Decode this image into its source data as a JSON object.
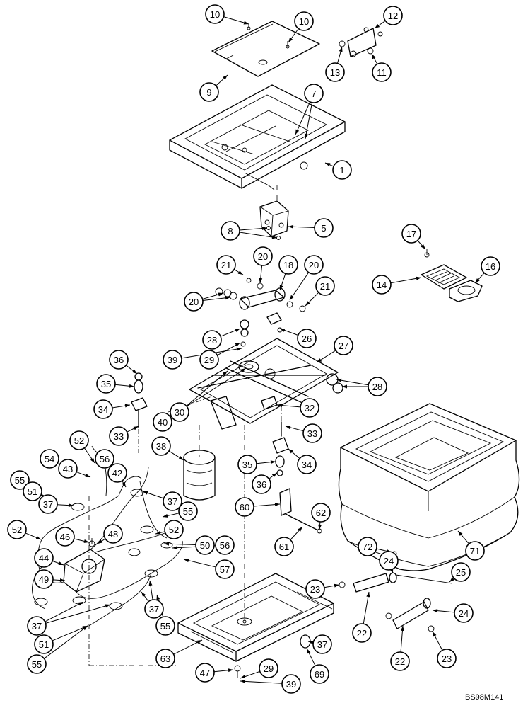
{
  "diagram": {
    "reference_code": "BS98M141",
    "callouts": [
      {
        "id": "c10a",
        "label": "10"
      },
      {
        "id": "c10b",
        "label": "10"
      },
      {
        "id": "c12",
        "label": "12"
      },
      {
        "id": "c13",
        "label": "13"
      },
      {
        "id": "c11",
        "label": "11"
      },
      {
        "id": "c9",
        "label": "9"
      },
      {
        "id": "c7",
        "label": "7"
      },
      {
        "id": "c1",
        "label": "1"
      },
      {
        "id": "c8",
        "label": "8"
      },
      {
        "id": "c5",
        "label": "5"
      },
      {
        "id": "c17",
        "label": "17"
      },
      {
        "id": "c14",
        "label": "14"
      },
      {
        "id": "c16",
        "label": "16"
      },
      {
        "id": "c21a",
        "label": "21"
      },
      {
        "id": "c20a",
        "label": "20"
      },
      {
        "id": "c18",
        "label": "18"
      },
      {
        "id": "c20b",
        "label": "20"
      },
      {
        "id": "c20c",
        "label": "20"
      },
      {
        "id": "c21b",
        "label": "21"
      },
      {
        "id": "c26",
        "label": "26"
      },
      {
        "id": "c28a",
        "label": "28"
      },
      {
        "id": "c29a",
        "label": "29"
      },
      {
        "id": "c39a",
        "label": "39"
      },
      {
        "id": "c27",
        "label": "27"
      },
      {
        "id": "c36a",
        "label": "36"
      },
      {
        "id": "c35a",
        "label": "35"
      },
      {
        "id": "c34a",
        "label": "34"
      },
      {
        "id": "c33a",
        "label": "33"
      },
      {
        "id": "c30",
        "label": "30"
      },
      {
        "id": "c40",
        "label": "40"
      },
      {
        "id": "c32",
        "label": "32"
      },
      {
        "id": "c28b",
        "label": "28"
      },
      {
        "id": "c33b",
        "label": "33"
      },
      {
        "id": "c38",
        "label": "38"
      },
      {
        "id": "c34b",
        "label": "34"
      },
      {
        "id": "c35b",
        "label": "35"
      },
      {
        "id": "c36b",
        "label": "36"
      },
      {
        "id": "c52a",
        "label": "52"
      },
      {
        "id": "c56a",
        "label": "56"
      },
      {
        "id": "c54",
        "label": "54"
      },
      {
        "id": "c43",
        "label": "43"
      },
      {
        "id": "c42",
        "label": "42"
      },
      {
        "id": "c55a",
        "label": "55"
      },
      {
        "id": "c51a",
        "label": "51"
      },
      {
        "id": "c37a",
        "label": "37"
      },
      {
        "id": "c37b",
        "label": "37"
      },
      {
        "id": "c55b",
        "label": "55"
      },
      {
        "id": "c52b",
        "label": "52"
      },
      {
        "id": "c52c",
        "label": "52"
      },
      {
        "id": "c46",
        "label": "46"
      },
      {
        "id": "c48",
        "label": "48"
      },
      {
        "id": "c44",
        "label": "44"
      },
      {
        "id": "c49",
        "label": "49"
      },
      {
        "id": "c50",
        "label": "50"
      },
      {
        "id": "c56b",
        "label": "56"
      },
      {
        "id": "c57",
        "label": "57"
      },
      {
        "id": "c60",
        "label": "60"
      },
      {
        "id": "c62",
        "label": "62"
      },
      {
        "id": "c61",
        "label": "61"
      },
      {
        "id": "c71",
        "label": "71"
      },
      {
        "id": "c72",
        "label": "72"
      },
      {
        "id": "c24a",
        "label": "24"
      },
      {
        "id": "c23a",
        "label": "23"
      },
      {
        "id": "c25",
        "label": "25"
      },
      {
        "id": "c22a",
        "label": "22"
      },
      {
        "id": "c24b",
        "label": "24"
      },
      {
        "id": "c22b",
        "label": "22"
      },
      {
        "id": "c23b",
        "label": "23"
      },
      {
        "id": "c37c",
        "label": "37"
      },
      {
        "id": "c37d",
        "label": "37"
      },
      {
        "id": "c55c",
        "label": "55"
      },
      {
        "id": "c51b",
        "label": "51"
      },
      {
        "id": "c55d",
        "label": "55"
      },
      {
        "id": "c63",
        "label": "63"
      },
      {
        "id": "c47",
        "label": "47"
      },
      {
        "id": "c29b",
        "label": "29"
      },
      {
        "id": "c39b",
        "label": "39"
      },
      {
        "id": "c37e",
        "label": "37"
      },
      {
        "id": "c69",
        "label": "69"
      }
    ]
  }
}
